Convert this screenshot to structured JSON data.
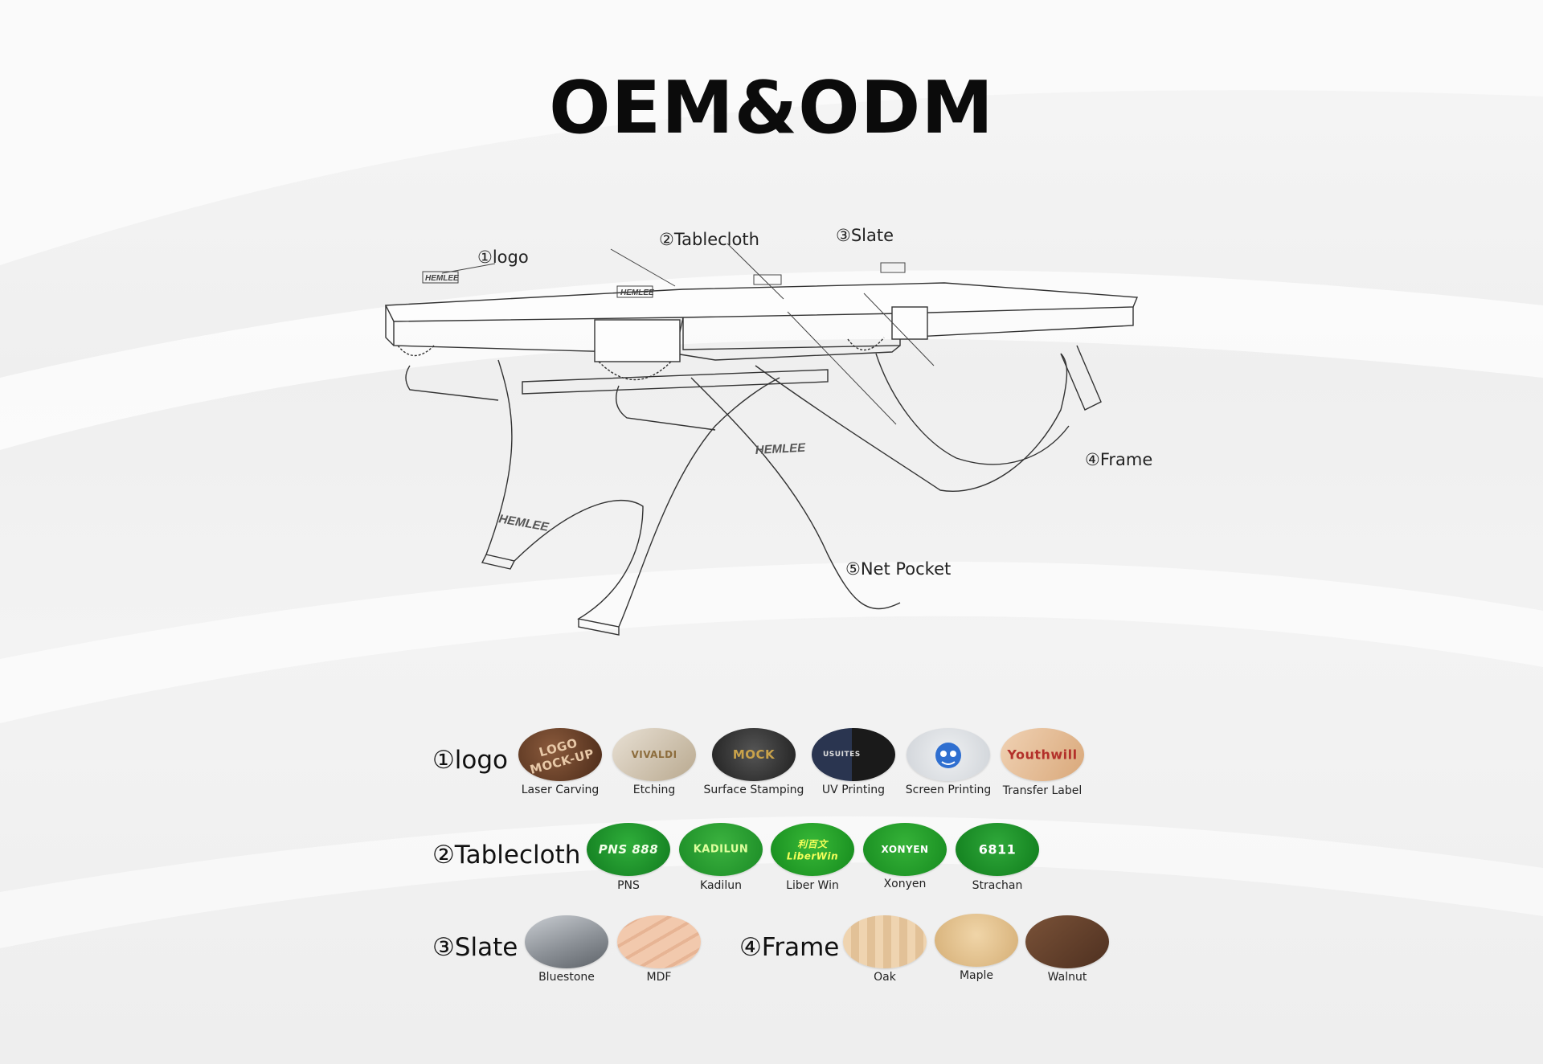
{
  "title": "OEM&ODM",
  "callouts": {
    "logo": "①logo",
    "tablecloth": "②Tablecloth",
    "slate": "③Slate",
    "frame": "④Frame",
    "net_pocket": "⑤Net Pocket"
  },
  "table_brand": "HEMLEE",
  "rows": {
    "logo": {
      "label": "①logo",
      "options": [
        {
          "name": "Laser Carving",
          "swatch_text": "LOGO MOCK-UP"
        },
        {
          "name": "Etching",
          "swatch_text": "VIVALDI"
        },
        {
          "name": "Surface Stamping",
          "swatch_text": "MOCK"
        },
        {
          "name": "UV Printing",
          "swatch_text": "USUITES"
        },
        {
          "name": "Screen Printing",
          "swatch_text": ""
        },
        {
          "name": "Transfer Label",
          "swatch_text": "Youthwill"
        }
      ]
    },
    "tablecloth": {
      "label": "②Tablecloth",
      "options": [
        {
          "name": "PNS",
          "swatch_text": "PNS 888"
        },
        {
          "name": "Kadilun",
          "swatch_text": "KADILUN"
        },
        {
          "name": "Liber Win",
          "swatch_text": "利百文 LiberWin"
        },
        {
          "name": "Xonyen",
          "swatch_text": "XONYEN"
        },
        {
          "name": "Strachan",
          "swatch_text": "6811"
        }
      ]
    },
    "slate": {
      "label": "③Slate",
      "options": [
        {
          "name": "Bluestone"
        },
        {
          "name": "MDF"
        }
      ]
    },
    "frame": {
      "label": "④Frame",
      "options": [
        {
          "name": "Oak"
        },
        {
          "name": "Maple"
        },
        {
          "name": "Walnut"
        }
      ]
    }
  }
}
